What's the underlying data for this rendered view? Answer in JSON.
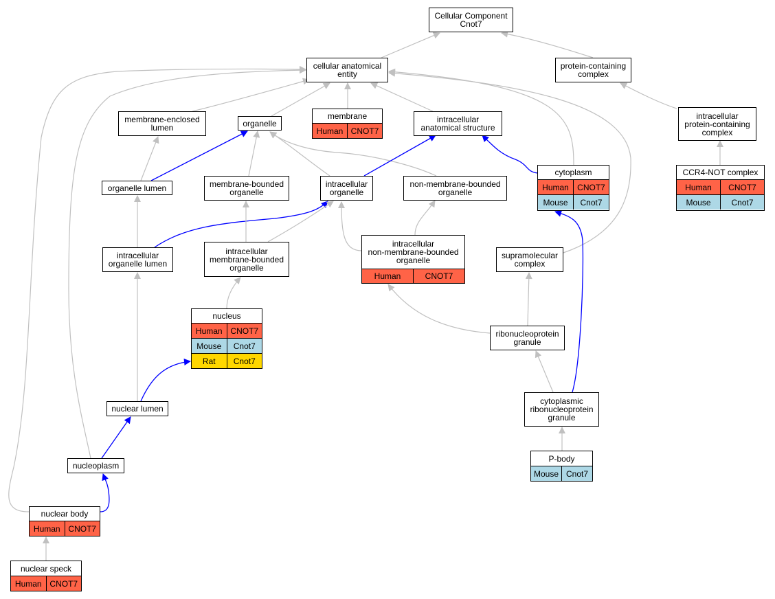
{
  "colors": {
    "Human": "#ff6347",
    "Mouse": "#add8e6",
    "Rat": "#ffd700",
    "edge_gray": "#c0c0c0",
    "edge_blue": "#0000ff"
  },
  "nodes": {
    "root": {
      "title": "Cellular Component\nCnot7",
      "rows": []
    },
    "cae": {
      "title": "cellular anatomical\nentity",
      "rows": []
    },
    "pcc": {
      "title": "protein-containing\ncomplex",
      "rows": []
    },
    "mel": {
      "title": "membrane-enclosed\nlumen",
      "rows": []
    },
    "organelle": {
      "title": "organelle",
      "rows": []
    },
    "membrane": {
      "title": "membrane",
      "rows": [
        {
          "species": "Human",
          "gene": "CNOT7"
        }
      ]
    },
    "ias": {
      "title": "intracellular\nanatomical structure",
      "rows": []
    },
    "ipcc": {
      "title": "intracellular\nprotein-containing\ncomplex",
      "rows": []
    },
    "cytoplasm": {
      "title": "cytoplasm",
      "rows": [
        {
          "species": "Human",
          "gene": "CNOT7"
        },
        {
          "species": "Mouse",
          "gene": "Cnot7"
        }
      ]
    },
    "ccr4": {
      "title": "CCR4-NOT complex",
      "rows": [
        {
          "species": "Human",
          "gene": "CNOT7"
        },
        {
          "species": "Mouse",
          "gene": "Cnot7"
        }
      ]
    },
    "olumen": {
      "title": "organelle lumen",
      "rows": []
    },
    "mbo": {
      "title": "membrane-bounded\norganelle",
      "rows": []
    },
    "io": {
      "title": "intracellular\norganelle",
      "rows": []
    },
    "nmbo": {
      "title": "non-membrane-bounded\norganelle",
      "rows": []
    },
    "iol": {
      "title": "intracellular\norganelle lumen",
      "rows": []
    },
    "imbo": {
      "title": "intracellular\nmembrane-bounded\norganelle",
      "rows": []
    },
    "inmbo": {
      "title": "intracellular\nnon-membrane-bounded\norganelle",
      "rows": [
        {
          "species": "Human",
          "gene": "CNOT7"
        }
      ]
    },
    "smc": {
      "title": "supramolecular\ncomplex",
      "rows": []
    },
    "nucleus": {
      "title": "nucleus",
      "rows": [
        {
          "species": "Human",
          "gene": "CNOT7"
        },
        {
          "species": "Mouse",
          "gene": "Cnot7"
        },
        {
          "species": "Rat",
          "gene": "Cnot7"
        }
      ]
    },
    "rnpg": {
      "title": "ribonucleoprotein\ngranule",
      "rows": []
    },
    "nlumen": {
      "title": "nuclear lumen",
      "rows": []
    },
    "crnpg": {
      "title": "cytoplasmic\nribonucleoprotein\ngranule",
      "rows": []
    },
    "nucleoplasm": {
      "title": "nucleoplasm",
      "rows": []
    },
    "pbody": {
      "title": "P-body",
      "rows": [
        {
          "species": "Mouse",
          "gene": "Cnot7"
        }
      ]
    },
    "nbody": {
      "title": "nuclear body",
      "rows": [
        {
          "species": "Human",
          "gene": "CNOT7"
        }
      ]
    },
    "nspeck": {
      "title": "nuclear speck",
      "rows": [
        {
          "species": "Human",
          "gene": "CNOT7"
        }
      ]
    }
  },
  "edges": [
    {
      "from": "cae",
      "to": "root",
      "color": "gray"
    },
    {
      "from": "pcc",
      "to": "root",
      "color": "gray"
    },
    {
      "from": "mel",
      "to": "cae",
      "color": "gray"
    },
    {
      "from": "organelle",
      "to": "cae",
      "color": "gray"
    },
    {
      "from": "membrane",
      "to": "cae",
      "color": "gray"
    },
    {
      "from": "ias",
      "to": "cae",
      "color": "gray"
    },
    {
      "from": "cytoplasm",
      "to": "cae",
      "color": "gray"
    },
    {
      "from": "smc",
      "to": "cae",
      "color": "gray"
    },
    {
      "from": "nucleoplasm",
      "to": "cae",
      "color": "gray"
    },
    {
      "from": "nbody",
      "to": "cae",
      "color": "gray"
    },
    {
      "from": "ipcc",
      "to": "pcc",
      "color": "gray"
    },
    {
      "from": "ccr4",
      "to": "ipcc",
      "color": "gray"
    },
    {
      "from": "olumen",
      "to": "mel",
      "color": "gray"
    },
    {
      "from": "olumen",
      "to": "organelle",
      "color": "blue"
    },
    {
      "from": "mbo",
      "to": "organelle",
      "color": "gray"
    },
    {
      "from": "io",
      "to": "organelle",
      "color": "gray"
    },
    {
      "from": "nmbo",
      "to": "organelle",
      "color": "gray"
    },
    {
      "from": "io",
      "to": "ias",
      "color": "blue"
    },
    {
      "from": "cytoplasm",
      "to": "ias",
      "color": "blue"
    },
    {
      "from": "iol",
      "to": "olumen",
      "color": "gray"
    },
    {
      "from": "iol",
      "to": "io",
      "color": "blue"
    },
    {
      "from": "imbo",
      "to": "mbo",
      "color": "gray"
    },
    {
      "from": "imbo",
      "to": "io",
      "color": "gray"
    },
    {
      "from": "inmbo",
      "to": "io",
      "color": "gray"
    },
    {
      "from": "inmbo",
      "to": "nmbo",
      "color": "gray"
    },
    {
      "from": "nucleus",
      "to": "imbo",
      "color": "gray"
    },
    {
      "from": "rnpg",
      "to": "inmbo",
      "color": "gray"
    },
    {
      "from": "rnpg",
      "to": "smc",
      "color": "gray"
    },
    {
      "from": "nlumen",
      "to": "iol",
      "color": "gray"
    },
    {
      "from": "nlumen",
      "to": "nucleus",
      "color": "blue"
    },
    {
      "from": "crnpg",
      "to": "rnpg",
      "color": "gray"
    },
    {
      "from": "crnpg",
      "to": "cytoplasm",
      "color": "blue"
    },
    {
      "from": "nucleoplasm",
      "to": "nlumen",
      "color": "blue"
    },
    {
      "from": "pbody",
      "to": "crnpg",
      "color": "gray"
    },
    {
      "from": "nbody",
      "to": "nucleoplasm",
      "color": "blue"
    },
    {
      "from": "nspeck",
      "to": "nbody",
      "color": "gray"
    }
  ]
}
